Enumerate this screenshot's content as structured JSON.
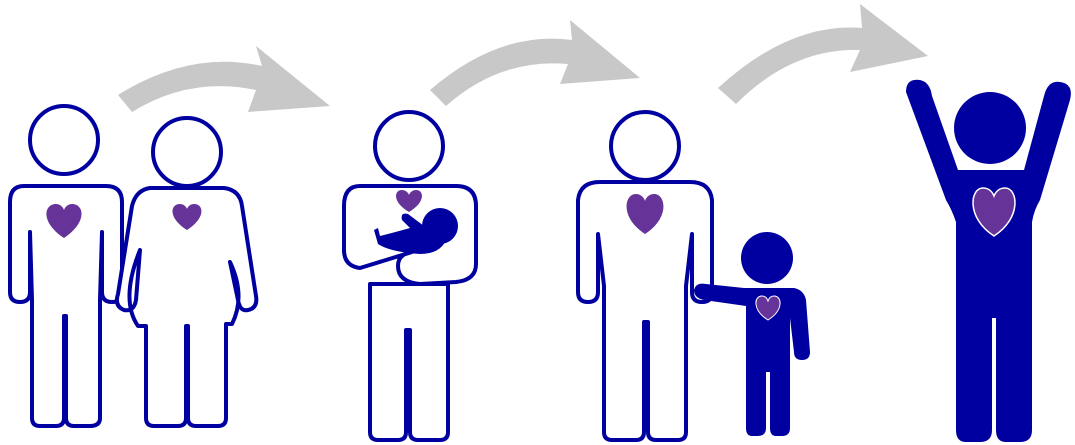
{
  "illustration": {
    "stages": [
      "couple-expecting",
      "parent-holding-baby",
      "parent-with-child",
      "grown-adult-celebrating"
    ],
    "icons": [
      "person-icon",
      "pregnant-person-icon",
      "baby-icon",
      "child-icon",
      "heart-icon",
      "curved-arrow-icon"
    ]
  },
  "colors": {
    "figure": "#0000a0",
    "heart": "#663399",
    "arrow": "#c8c8c8"
  }
}
